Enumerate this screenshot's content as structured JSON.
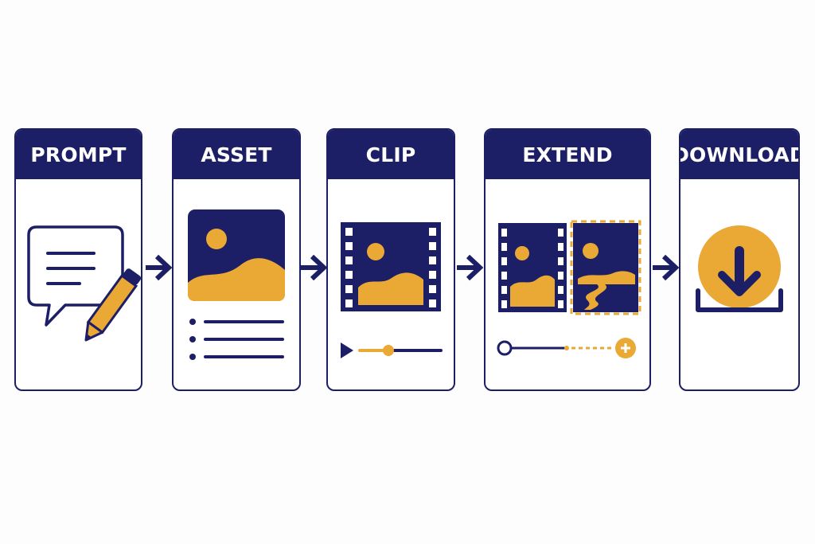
{
  "steps": [
    {
      "id": "prompt",
      "title": "PROMPT"
    },
    {
      "id": "asset",
      "title": "ASSET"
    },
    {
      "id": "clip",
      "title": "CLIP"
    },
    {
      "id": "extend",
      "title": "EXTEND"
    },
    {
      "id": "download",
      "title": "DOWNLOAD"
    }
  ],
  "icons": {
    "prompt": [
      "chat-bubble-icon",
      "pencil-icon"
    ],
    "asset": [
      "image-icon",
      "list-icon"
    ],
    "clip": [
      "film-strip-icon",
      "play-icon",
      "timeline-slider-icon"
    ],
    "extend": [
      "film-strip-icon",
      "extended-frame-icon",
      "extend-timeline-icon",
      "plus-icon"
    ],
    "download": [
      "download-icon",
      "tray-icon"
    ]
  },
  "colors": {
    "navy": "#1c1f66",
    "gold": "#eaa834",
    "background": "#fdfdfd"
  }
}
